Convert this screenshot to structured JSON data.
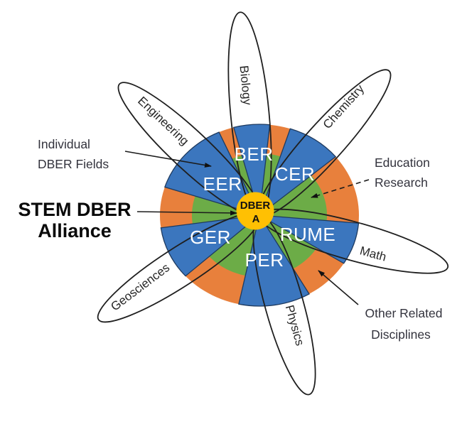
{
  "diagram_title": "STEM DBER Alliance flower diagram",
  "colors": {
    "outer_ring_orange": "#E8803C",
    "inner_circle_green": "#6CAC47",
    "wedge_blue": "#3B76BE",
    "center_yellow": "#FFC003",
    "wedge_edge_navy": "#1E3A5F",
    "petal_outline_black": "#1f1f1f",
    "annotation_text": "#33333d",
    "bold_text_black": "#0a0a0a"
  },
  "center_badge": {
    "line1": "DBER",
    "line2": "A"
  },
  "wedges": [
    {
      "label": "BER"
    },
    {
      "label": "CER"
    },
    {
      "label": "RUME"
    },
    {
      "label": "PER"
    },
    {
      "label": "GER"
    },
    {
      "label": "EER"
    }
  ],
  "petals": [
    {
      "label": "Biology"
    },
    {
      "label": "Chemistry"
    },
    {
      "label": "Math"
    },
    {
      "label": "Physics"
    },
    {
      "label": "Geosciences"
    },
    {
      "label": "Engineering"
    }
  ],
  "annotations": {
    "individual": {
      "line1": "Individual",
      "line2": "DBER Fields"
    },
    "alliance": {
      "line1": "STEM DBER",
      "line2": "Alliance"
    },
    "education": {
      "line1": "Education",
      "line2": "Research"
    },
    "other": {
      "line1": "Other Related",
      "line2": "Disciplines"
    }
  }
}
